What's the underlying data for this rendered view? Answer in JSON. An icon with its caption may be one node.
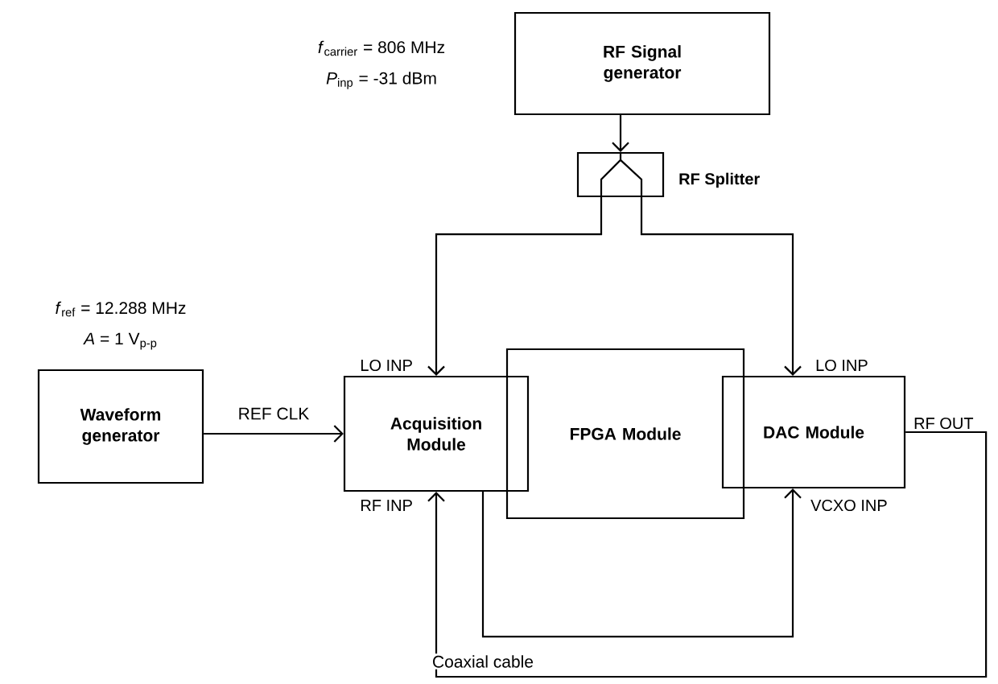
{
  "diagram": {
    "nodes": [
      {
        "text": [
          "RF Signal generator"
        ]
      },
      {
        "text": [],
        "shape": "box",
        "beside": [
          "RF Splitter"
        ]
      },
      {
        "text": [
          "Waveform generator"
        ]
      },
      {
        "text": [
          "Acquisition Module"
        ],
        "beside": [
          "LO INP",
          "RF INP"
        ]
      },
      {
        "text": [
          "FPGA Module"
        ]
      },
      {
        "text": [
          "DAC Module"
        ],
        "beside": [
          "LO INP",
          "RF OUT",
          "VCXO INP"
        ]
      }
    ],
    "edges": [
      {
        "from": 0,
        "to": 1,
        "arrow": "to"
      },
      {
        "from": 1,
        "to": 3,
        "arrow": "to"
      },
      {
        "from": 1,
        "to": 5,
        "arrow": "to"
      },
      {
        "from": 2,
        "to": 3,
        "arrow": "to",
        "label": "REF CLK"
      },
      {
        "from": 3,
        "to": 5,
        "arrow": "to"
      },
      {
        "from": 5,
        "to": 3,
        "arrow": "to",
        "label": "Coaxial cable"
      }
    ],
    "labels": [
      "*f*$_{carrier}$ = 806 MHz",
      "*P*$_{inp}$ = -31 dBm",
      "*f*$_{ref}$ = 12.288 MHz",
      "*A* = 1 V$_{p-p}$"
    ]
  }
}
